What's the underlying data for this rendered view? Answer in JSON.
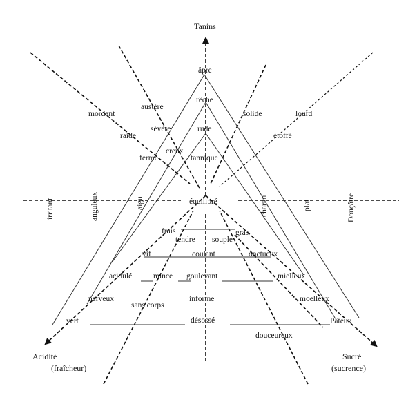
{
  "axes": {
    "top": "Tanins",
    "bottom_left_1": "Acidité",
    "bottom_left_2": "(fraîcheur)",
    "bottom_right_1": "Sucré",
    "bottom_right_2": "(sucrence)"
  },
  "labels": {
    "apre": "âpre",
    "reche": "rêche",
    "rude": "rude",
    "tannique": "tannique",
    "austere": "austère",
    "mordant": "mordant",
    "severe": "sévère",
    "raide": "raide",
    "creux": "creux",
    "ferme": "ferme",
    "solide": "solide",
    "lourd": "lourd",
    "etoffe": "étoffé",
    "equilibre": "équilibré",
    "irritant": "irritant",
    "anguleux": "anguleux",
    "aigu": "aigu",
    "charnu": "charnu",
    "plat": "plat",
    "doucatre": "Douçâtre",
    "frais": "frais",
    "gras": "gras",
    "tendre": "tendre",
    "souple": "souple",
    "vif": "vif",
    "coulant": "coulant",
    "onctueux": "onctueux",
    "acidule": "acidulé",
    "mince": "mince",
    "gouleyant": "gouleyant",
    "mielleux": "mielleux",
    "nerveux": "nerveux",
    "sans_corps": "sans corps",
    "informe": "informe",
    "moelleux": "moelleux",
    "vert": "vert",
    "desosse": "désossé",
    "pateux": "Pâteux",
    "douceureux": "douceureux"
  }
}
